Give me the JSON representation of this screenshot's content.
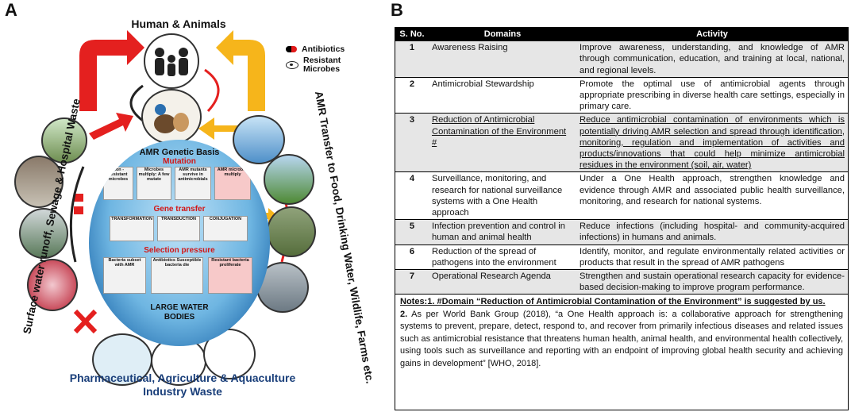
{
  "panel_a": {
    "letter": "A",
    "top_title": "Human & Animals",
    "legend": {
      "antibiotics": "Antibiotics",
      "resistant_microbes": "Resistant Microbes"
    },
    "left_side": "Surface water runoff, Sewage & Hospital Waste",
    "right_side": "AMR Transfer to Food, Drinking Water, Wildlife, Farms etc.",
    "bottom": "Pharmaceutical, Agriculture & Aquaculture Industry Waste",
    "center": {
      "title": "AMR Genetic Basis",
      "mutation": "Mutation",
      "gene_transfer": "Gene transfer",
      "selection": "Selection pressure",
      "boxes_row1": [
        "Non - resistant microbes",
        "Microbes multiply: A few mutate",
        "AMR mutants survive in antimicrobials",
        "AMR microbes multiply"
      ],
      "boxes_row2": [
        "TRANSFORMATION",
        "TRANSDUCTION",
        "CONJUGATION"
      ],
      "boxes_row3": [
        "Bacteria subset with AMR",
        "Antibiotics Susceptible bacteria die",
        "Resistant bacteria proliferate"
      ],
      "bottom": "LARGE WATER BODIES"
    }
  },
  "panel_b": {
    "letter": "B",
    "headers": [
      "S. No.",
      "Domains",
      "Activity"
    ],
    "rows": [
      {
        "sn": "1",
        "domain": "Awareness Raising",
        "activity": "Improve awareness, understanding, and knowledge of AMR through communication, education, and training at local, national, and regional levels."
      },
      {
        "sn": "2",
        "domain": "Antimicrobial Stewardship",
        "activity": "Promote the optimal use of antimicrobial agents through appropriate prescribing in diverse health care settings, especially in primary care."
      },
      {
        "sn": "3",
        "domain": "Reduction of Antimicrobial Contamination of the Environment #",
        "activity": "Reduce antimicrobial contamination of environments which is potentially driving AMR selection and spread through identification, monitoring, regulation and implementation of activities and products/innovations that could help minimize antimicrobial residues in the environment (soil, air, water)"
      },
      {
        "sn": "4",
        "domain": "Surveillance, monitoring, and research for national surveillance systems with a One Health approach",
        "activity": "Under a One Health approach, strengthen knowledge and evidence through AMR and associated public health surveillance, monitoring, and research for national systems."
      },
      {
        "sn": "5",
        "domain": "Infection prevention and control in human and animal health",
        "activity": "Reduce infections (including hospital- and community-acquired infections) in humans and animals."
      },
      {
        "sn": "6",
        "domain": "Reduction of the spread of pathogens into the environment",
        "activity": "Identify, monitor, and regulate environmentally related activities or products that result in the spread of AMR pathogens"
      },
      {
        "sn": "7",
        "domain": "Operational Research Agenda",
        "activity": "Strengthen and sustain operational research capacity for evidence-based decision-making to improve program performance."
      }
    ],
    "note1": "Notes:1. #Domain “Reduction of Antimicrobial Contamination of the Environment” is suggested by us.",
    "note2_num": "2.",
    "note2": " As per World Bank Group (2018), “a One Health approach is: a collaborative approach for strengthening systems to prevent, prepare, detect, respond to, and recover from primarily infectious diseases and related issues such as antimicrobial resistance that threatens human health, animal health, and environmental health collectively, using tools such as surveillance and reporting with an endpoint of improving global health security and achieving gains in development” [WHO, 2018]."
  }
}
